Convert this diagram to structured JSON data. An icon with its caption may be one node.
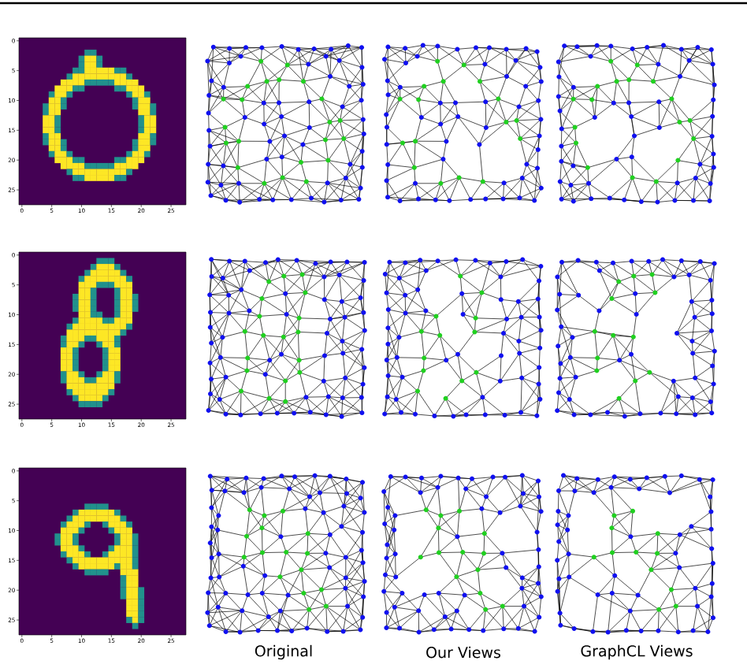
{
  "diagram": {
    "labels": [
      "0",
      "5",
      "10",
      "15",
      "20",
      "25",
      "0",
      "5",
      "10",
      "15",
      "20",
      "25",
      "0",
      "5",
      "10",
      "15",
      "20",
      "25",
      "0",
      "5",
      "10",
      "15",
      "20",
      "25",
      "0",
      "5",
      "10",
      "15",
      "20",
      "25",
      "0",
      "5",
      "10",
      "15",
      "20",
      "25",
      "Original",
      "Our Views",
      "GraphCL Views"
    ]
  }
}
